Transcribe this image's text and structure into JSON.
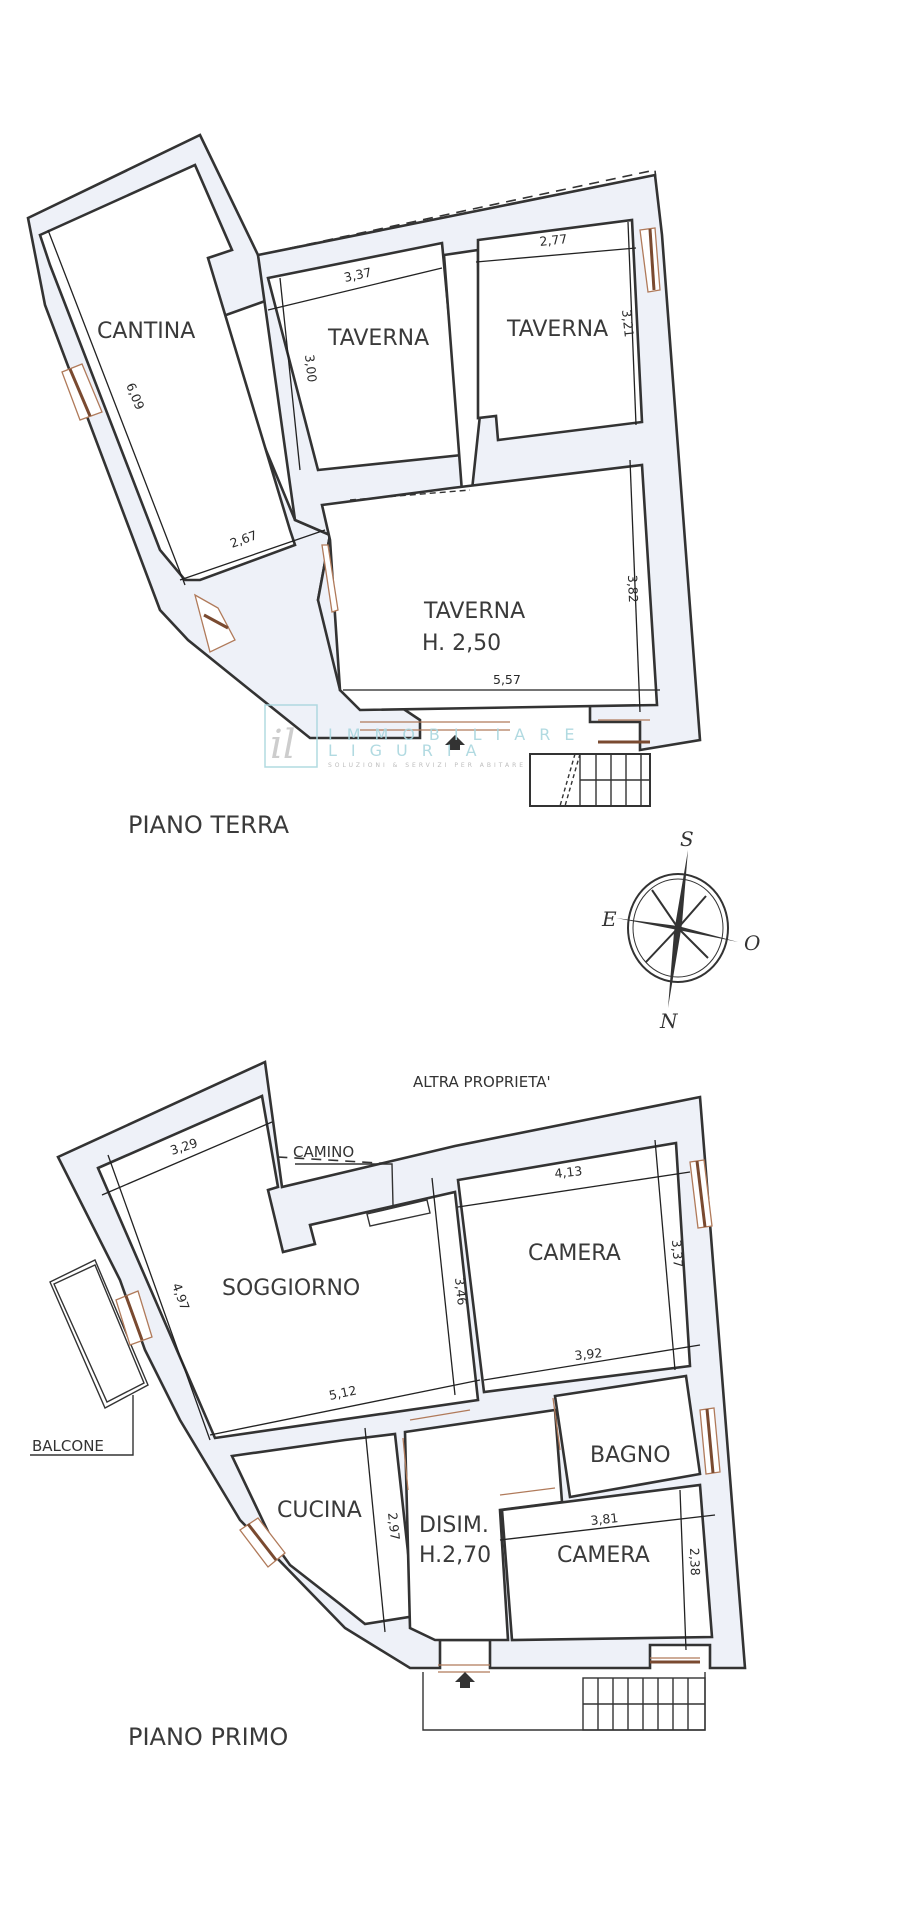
{
  "ground_floor": {
    "label": "PIANO TERRA",
    "rooms": [
      {
        "name": "CANTINA",
        "dims": [
          "6,09",
          "2,67"
        ]
      },
      {
        "name": "TAVERNA",
        "dims": [
          "3,37",
          "3,00"
        ]
      },
      {
        "name": "TAVERNA",
        "dims": [
          "2,77",
          "3,21"
        ]
      },
      {
        "name": "TAVERNA",
        "height": "H. 2,50",
        "dims": [
          "5,57",
          "3,82"
        ]
      }
    ]
  },
  "first_floor": {
    "label": "PIANO PRIMO",
    "neighbor_label": "ALTRA PROPRIETA'",
    "fireplace_label": "CAMINO",
    "balcony_label": "BALCONE",
    "rooms": [
      {
        "name": "SOGGIORNO",
        "dims": [
          "3,29",
          "4,97",
          "5,12",
          "3,46"
        ]
      },
      {
        "name": "CAMERA",
        "dims": [
          "4,13",
          "3,37",
          "3,92"
        ]
      },
      {
        "name": "BAGNO"
      },
      {
        "name": "CUCINA",
        "dims": [
          "2,97"
        ]
      },
      {
        "name": "DISIM.",
        "height": "H.2,70"
      },
      {
        "name": "CAMERA",
        "dims": [
          "3,81",
          "2,38"
        ]
      }
    ]
  },
  "compass": {
    "north": "N",
    "south": "S",
    "east": "E",
    "west": "O"
  },
  "watermark": {
    "line1": "IMMOBILIARE",
    "line2": "LIGURIA",
    "tagline": "SOLUZIONI & SERVIZI PER ABITARE"
  },
  "colors": {
    "wall_fill": "#eef1f8",
    "line": "#333333",
    "window": "#b07a5a",
    "watermark": "#a9d6de"
  }
}
